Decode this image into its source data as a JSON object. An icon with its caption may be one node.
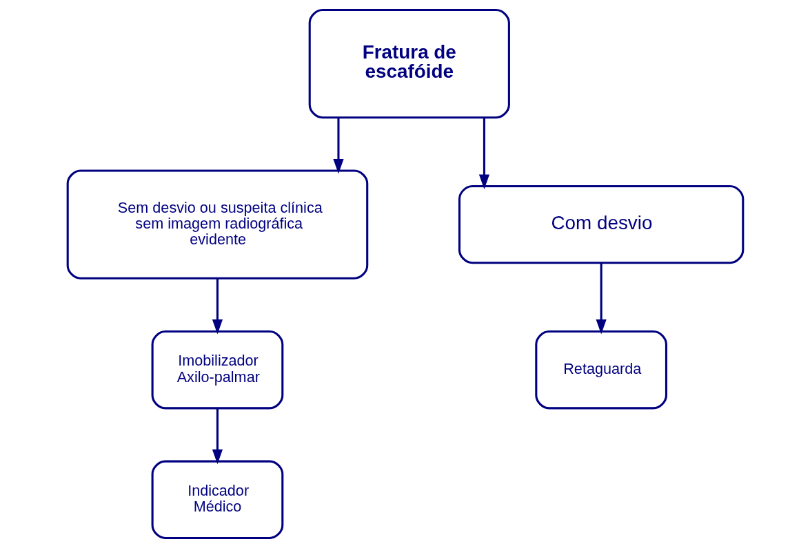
{
  "diagram": {
    "nodes": [
      {
        "text": [
          "Fratura de escafóide"
        ]
      },
      {
        "text": [
          "Sem desvio ou suspeita clínica sem imagem radiográfica evidente"
        ]
      },
      {
        "text": [
          "Com desvio"
        ]
      },
      {
        "text": [
          "Imobilizador Axilo-palmar"
        ]
      },
      {
        "text": [
          "Retaguarda"
        ]
      },
      {
        "text": [
          "Indicador Médico"
        ]
      }
    ],
    "edges": [
      {
        "from": 0,
        "to": 1,
        "arrow": "to"
      },
      {
        "from": 0,
        "to": 2,
        "arrow": "to"
      },
      {
        "from": 1,
        "to": 3,
        "arrow": "to"
      },
      {
        "from": 2,
        "to": 4,
        "arrow": "to"
      },
      {
        "from": 3,
        "to": 5,
        "arrow": "to"
      }
    ]
  }
}
